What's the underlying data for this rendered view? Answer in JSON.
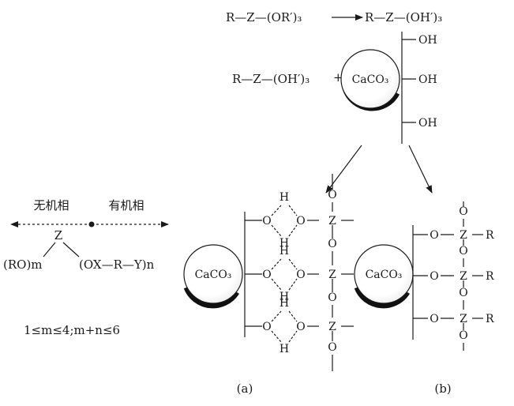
{
  "reaction1": {
    "left": "R—Z—(OR′)₃",
    "right": "R—Z—(OH′)₃"
  },
  "reaction2": {
    "reactant": "R—Z—(OH′)₃",
    "plus": "+",
    "particle": "CaCO₃",
    "oh": [
      "OH",
      "OH",
      "OH"
    ]
  },
  "structure": {
    "inorganic_label": "无机相",
    "organic_label": "有机相",
    "center": "Z",
    "left_group": "(RO)m",
    "right_group": "(OX—R—Y)n",
    "constraint": "1≤m≤4;m+n≤6"
  },
  "panel_a": {
    "label": "(a)",
    "particle": "CaCO₃",
    "O": "O",
    "H": "H",
    "Z": "Z"
  },
  "panel_b": {
    "label": "(b)",
    "particle": "CaCO₃",
    "O": "O",
    "Z": "Z",
    "R": "R"
  },
  "colors": {
    "ink": "#1a1a1a",
    "background": "#ffffff"
  }
}
